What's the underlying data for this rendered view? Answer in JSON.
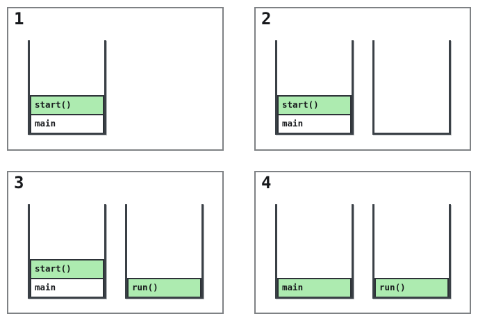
{
  "colors": {
    "highlight_green": "#adebb0",
    "frame_border": "#2d3237",
    "stack_wall": "#3a4046",
    "panel_border": "#7e8184",
    "background": "#ffffff",
    "text": "#17191c"
  },
  "panels": [
    {
      "number": "1",
      "stacks": [
        {
          "name": "main-thread-stack",
          "frames": [
            {
              "label": "start()",
              "highlighted": true
            },
            {
              "label": "main",
              "highlighted": false
            }
          ]
        }
      ]
    },
    {
      "number": "2",
      "stacks": [
        {
          "name": "main-thread-stack",
          "frames": [
            {
              "label": "start()",
              "highlighted": true
            },
            {
              "label": "main",
              "highlighted": false
            }
          ]
        },
        {
          "name": "new-thread-stack",
          "frames": []
        }
      ]
    },
    {
      "number": "3",
      "stacks": [
        {
          "name": "main-thread-stack",
          "frames": [
            {
              "label": "start()",
              "highlighted": true
            },
            {
              "label": "main",
              "highlighted": false
            }
          ]
        },
        {
          "name": "new-thread-stack",
          "frames": [
            {
              "label": "run()",
              "highlighted": true
            }
          ]
        }
      ]
    },
    {
      "number": "4",
      "stacks": [
        {
          "name": "main-thread-stack",
          "frames": [
            {
              "label": "main",
              "highlighted": true
            }
          ]
        },
        {
          "name": "new-thread-stack",
          "frames": [
            {
              "label": "run()",
              "highlighted": true
            }
          ]
        }
      ]
    }
  ]
}
